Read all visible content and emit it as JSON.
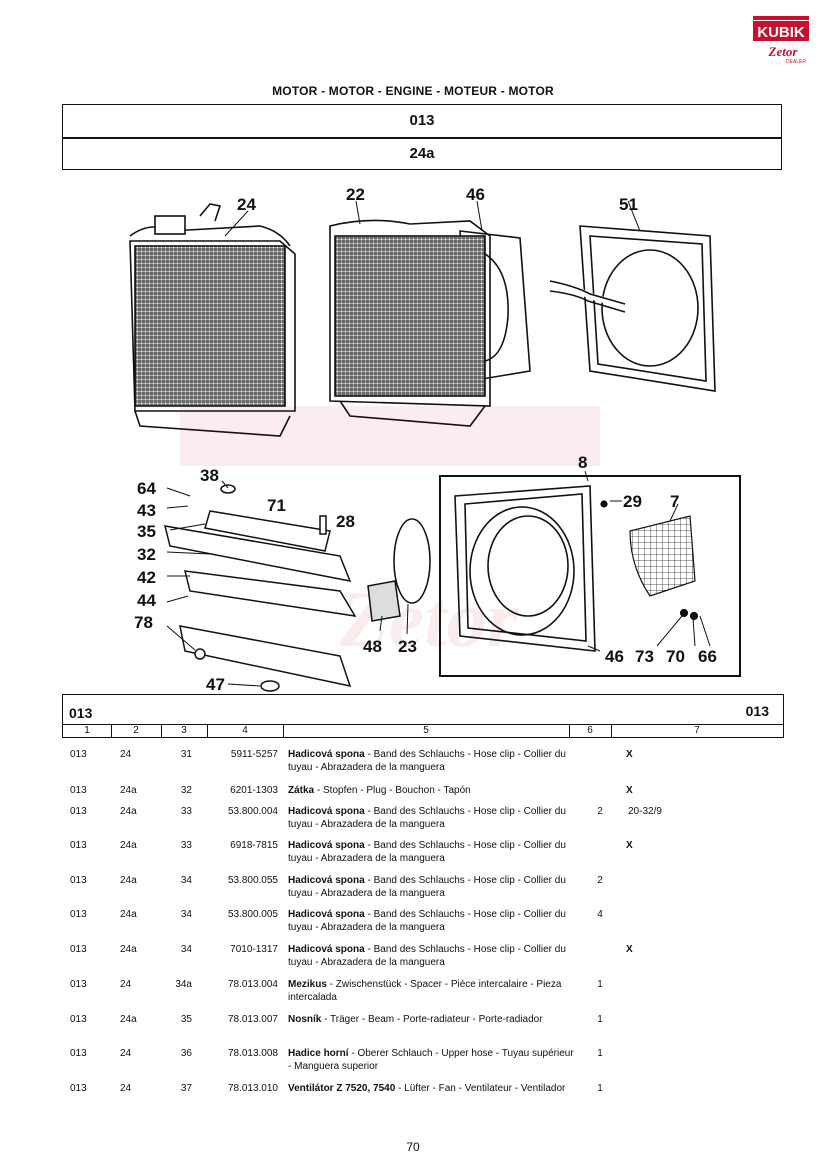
{
  "logo": {
    "top": "KUBIK",
    "bottom": "Zetor",
    "sub": "DEALER"
  },
  "section_title": "MOTOR - MOTOR - ENGINE - MOTEUR - MOTOR",
  "group_code": "013",
  "figure_code": "24a",
  "callouts": [
    "24",
    "22",
    "46",
    "51",
    "8",
    "29",
    "7",
    "38",
    "64",
    "71",
    "43",
    "28",
    "35",
    "32",
    "42",
    "44",
    "78",
    "47",
    "48",
    "23",
    "46",
    "73",
    "70",
    "66"
  ],
  "table": {
    "left_code": "013",
    "right_code": "013",
    "columns": [
      "1",
      "2",
      "3",
      "4",
      "5",
      "6",
      "7"
    ],
    "rows": [
      {
        "c1": "013",
        "c2": "24",
        "c3": "31",
        "c4": "5911-5257",
        "name": "Hadicová spona",
        "desc": " - Band des Schlauchs - Hose clip - Collier du tuyau - Abrazadera de la manguera",
        "c6": "",
        "c7": "X"
      },
      {
        "c1": "013",
        "c2": "24a",
        "c3": "32",
        "c4": "6201-1303",
        "name": "Zátka",
        "desc": " - Stopfen - Plug - Bouchon - Tapón",
        "c6": "",
        "c7": "X"
      },
      {
        "c1": "013",
        "c2": "24a",
        "c3": "33",
        "c4": "53.800.004",
        "name": "Hadicová spona",
        "desc": " - Band des Schlauchs - Hose clip - Collier du tuyau - Abrazadera de la manguera",
        "c6": "2",
        "c7": "20-32/9"
      },
      {
        "c1": "013",
        "c2": "24a",
        "c3": "33",
        "c4": "6918-7815",
        "name": "Hadicová spona",
        "desc": " - Band des Schlauchs - Hose clip - Collier du tuyau - Abrazadera de la manguera",
        "c6": "",
        "c7": "X"
      },
      {
        "c1": "013",
        "c2": "24a",
        "c3": "34",
        "c4": "53.800.055",
        "name": "Hadicová spona",
        "desc": " - Band des Schlauchs - Hose clip - Collier du tuyau - Abrazadera de la manguera",
        "c6": "2",
        "c7": ""
      },
      {
        "c1": "013",
        "c2": "24a",
        "c3": "34",
        "c4": "53.800.005",
        "name": "Hadicová spona",
        "desc": " - Band des Schlauchs - Hose clip - Collier du tuyau - Abrazadera de la manguera",
        "c6": "4",
        "c7": ""
      },
      {
        "c1": "013",
        "c2": "24a",
        "c3": "34",
        "c4": "7010-1317",
        "name": "Hadicová spona",
        "desc": " - Band des Schlauchs - Hose clip - Collier du tuyau - Abrazadera de la manguera",
        "c6": "",
        "c7": "X"
      },
      {
        "c1": "013",
        "c2": "24",
        "c3": "34a",
        "c4": "78.013.004",
        "name": "Mezikus",
        "desc": " - Zwischenstück - Spacer - Pièce intercalaire - Pieza intercalada",
        "c6": "1",
        "c7": ""
      },
      {
        "c1": "013",
        "c2": "24a",
        "c3": "35",
        "c4": "78.013.007",
        "name": "Nosník",
        "desc": " - Träger - Beam - Porte-radiateur - Porte-radiador",
        "c6": "1",
        "c7": ""
      },
      {
        "c1": "013",
        "c2": "24",
        "c3": "36",
        "c4": "78.013.008",
        "name": "Hadice horní",
        "desc": " - Oberer Schlauch - Upper hose - Tuyau supérieur - Manguera superior",
        "c6": "1",
        "c7": ""
      },
      {
        "c1": "013",
        "c2": "24",
        "c3": "37",
        "c4": "78.013.010",
        "name": "Ventilátor Z 7520, 7540",
        "desc": " - Lüfter - Fan - Ventilateur - Ventilador",
        "c6": "1",
        "c7": ""
      }
    ]
  },
  "page_number": "70"
}
